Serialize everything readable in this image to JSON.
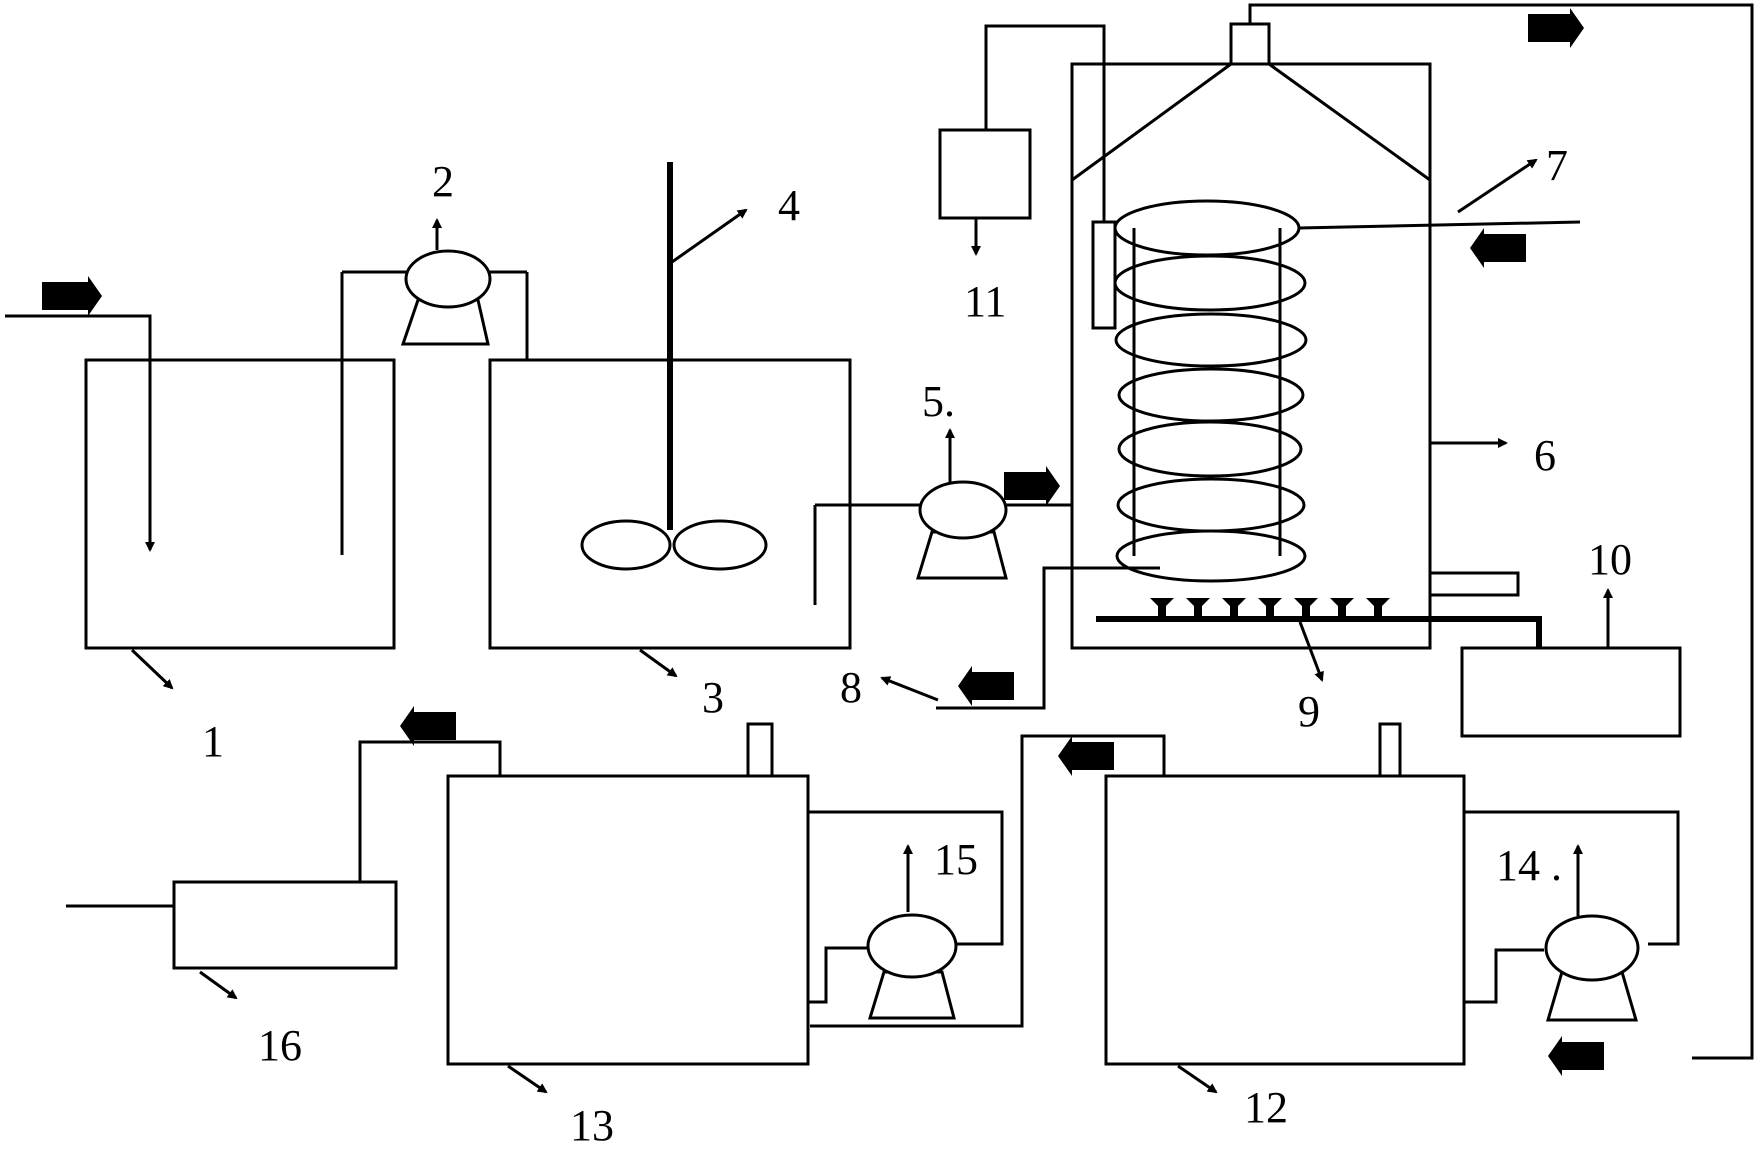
{
  "labels": {
    "l1": "1",
    "l2": "2",
    "l3": "3",
    "l4": "4",
    "l5": "5.",
    "l6": "6",
    "l7": "7",
    "l8": "8",
    "l9": "9",
    "l10": "10",
    "l11": "11",
    "l12": "12",
    "l13": "13",
    "l14": "14 .",
    "l15": "15",
    "l16": "16"
  },
  "colors": {
    "stroke": "#000000",
    "background": "#ffffff"
  }
}
